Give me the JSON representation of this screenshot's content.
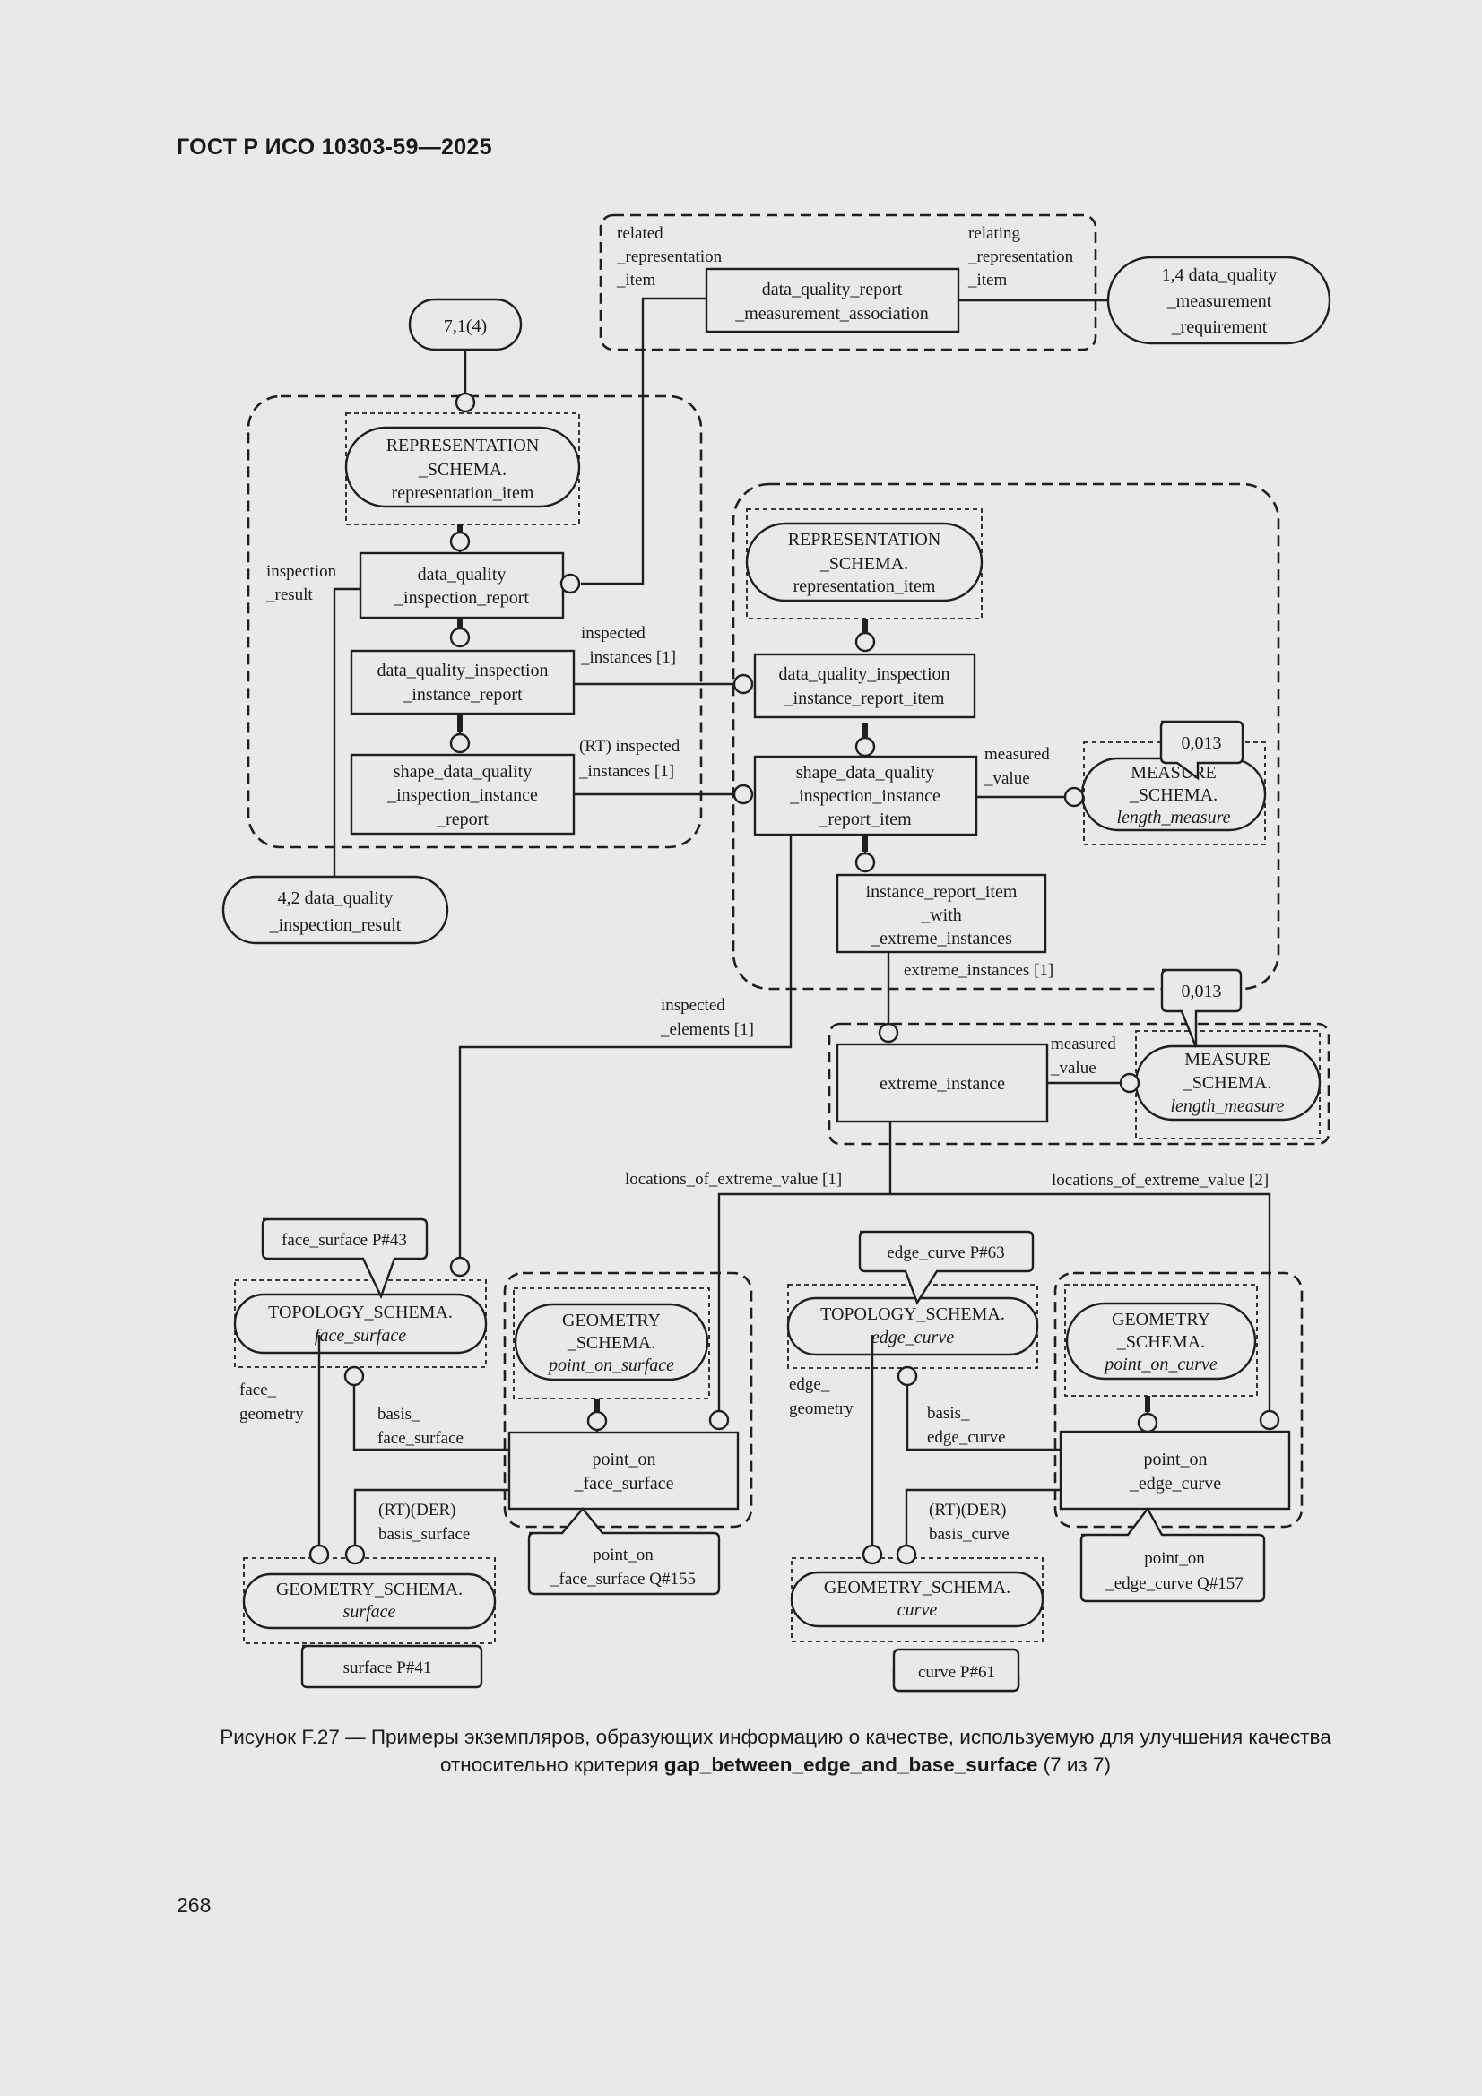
{
  "header": "ГОСТ Р ИСО 10303-59—2025",
  "page_number": "268",
  "caption": {
    "prefix": "Рисунок F.27 — Примеры экземпляров, образующих информацию о качестве, используемую для улучшения качества относительно критерия ",
    "bold": "gap_between_edge_and_base_surface",
    "suffix": " (7 из 7)"
  },
  "diagram": {
    "page_ref": "7,1(4)",
    "assoc": {
      "line1": "data_quality_report",
      "line2": "_measurement_association"
    },
    "assoc_left_role": [
      "related",
      "_representation",
      "_item"
    ],
    "assoc_right_role": [
      "relating",
      "_representation",
      "_item"
    ],
    "req_ref": [
      "1,4 data_quality",
      "_measurement",
      "_requirement"
    ],
    "rep_item_left": [
      "REPRESENTATION",
      "_SCHEMA.",
      "representation_item"
    ],
    "dq_insp_report": [
      "data_quality",
      "_inspection_report"
    ],
    "inspection_result_label": [
      "inspection",
      "_result"
    ],
    "dq_insp_instance_report": [
      "data_quality_inspection",
      "_instance_report"
    ],
    "shape_dq_insp_instance_report": [
      "shape_data_quality",
      "_inspection_instance",
      "_report"
    ],
    "inspected_instances_label": [
      "inspected",
      "_instances [1]"
    ],
    "rt_inspected_instances_label": [
      "(RT) inspected",
      "_instances [1]"
    ],
    "insp_result_ref": [
      "4,2 data_quality",
      "_inspection_result"
    ],
    "rep_item_right": [
      "REPRESENTATION",
      "_SCHEMA.",
      "representation_item"
    ],
    "dq_insp_instance_report_item": [
      "data_quality_inspection",
      "_instance_report_item"
    ],
    "shape_dq_insp_instance_report_item": [
      "shape_data_quality",
      "_inspection_instance",
      "_report_item"
    ],
    "measured_value_label": [
      "measured",
      "_value"
    ],
    "value_1": "0,013",
    "measure_1": [
      "MEASURE",
      "_SCHEMA.",
      "length_measure"
    ],
    "instance_report_item_with_extreme": [
      "instance_report_item",
      "_with",
      "_extreme_instances"
    ],
    "extreme_instances_label": "extreme_instances [1]",
    "inspected_elements_label": [
      "inspected",
      "_elements [1]"
    ],
    "extreme_instance": "extreme_instance",
    "value_2": "0,013",
    "measure_2": [
      "MEASURE",
      "_SCHEMA.",
      "length_measure"
    ],
    "locations_1": "locations_of_extreme_value [1]",
    "locations_2": "locations_of_extreme_value [2]",
    "face_surface_ref": "face_surface P#43",
    "topology_face_surface": [
      "TOPOLOGY_SCHEMA.",
      "face_surface"
    ],
    "geometry_point_on_surface": [
      "GEOMETRY",
      "_SCHEMA.",
      "point_on_surface"
    ],
    "face_geometry_label": [
      "face_",
      "geometry"
    ],
    "basis_face_surface_label": [
      "basis_",
      "face_surface"
    ],
    "point_on_face_surface": [
      "point_on",
      "_face_surface"
    ],
    "rt_der_basis_surface_label": [
      "(RT)(DER)",
      "basis_surface"
    ],
    "point_on_face_surface_ref": [
      "point_on",
      "_face_surface Q#155"
    ],
    "geometry_surface": [
      "GEOMETRY_SCHEMA.",
      "surface"
    ],
    "surface_ref": "surface P#41",
    "edge_curve_ref": "edge_curve P#63",
    "topology_edge_curve": [
      "TOPOLOGY_SCHEMA.",
      "edge_curve"
    ],
    "geometry_point_on_curve": [
      "GEOMETRY",
      "_SCHEMA.",
      "point_on_curve"
    ],
    "edge_geometry_label": [
      "edge_",
      "geometry"
    ],
    "basis_edge_curve_label": [
      "basis_",
      "edge_curve"
    ],
    "point_on_edge_curve": [
      "point_on",
      "_edge_curve"
    ],
    "rt_der_basis_curve_label": [
      "(RT)(DER)",
      "basis_curve"
    ],
    "point_on_edge_curve_ref": [
      "point_on",
      "_edge_curve Q#157"
    ],
    "geometry_curve": [
      "GEOMETRY_SCHEMA.",
      "curve"
    ],
    "curve_ref": "curve P#61"
  }
}
